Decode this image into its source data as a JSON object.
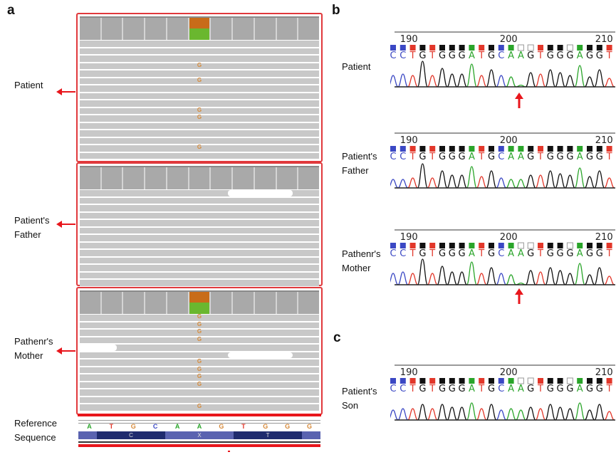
{
  "panel_letters": {
    "a": "a",
    "b": "b",
    "c": "c"
  },
  "igv": {
    "samples": [
      {
        "label_lines": [
          "Patient"
        ],
        "has_variant": true,
        "read_rows": 16,
        "g_rows": [
          3,
          5,
          9,
          10,
          14
        ],
        "gaps": []
      },
      {
        "label_lines": [
          "Patient's",
          "Father"
        ],
        "has_variant": false,
        "read_rows": 13,
        "g_rows": [],
        "gaps": [
          {
            "row": 0,
            "from_col": 6.8,
            "to_col": 9.8
          }
        ]
      },
      {
        "label_lines": [
          "Pathenr's",
          "Mother"
        ],
        "has_variant": true,
        "read_rows": 13,
        "g_rows": [
          0,
          1,
          2,
          3,
          6,
          7,
          8,
          9,
          12
        ],
        "gaps": [
          {
            "row": 4,
            "from_col": -0.1,
            "to_col": 1.7
          },
          {
            "row": 5,
            "from_col": 6.8,
            "to_col": 9.8
          }
        ]
      }
    ],
    "variant_column": 5,
    "columns": 11,
    "read_variant_base": "G",
    "reference": {
      "label_lines": [
        "Reference",
        "Sequence"
      ],
      "bases": [
        "A",
        "T",
        "G",
        "C",
        "A",
        "A",
        "G",
        "T",
        "G",
        "G",
        "G"
      ],
      "amino_acids": [
        "C",
        "X",
        "T"
      ]
    }
  },
  "base_colors": {
    "A": "#2aa52a",
    "C": "#3b48c4",
    "G": "#111111",
    "T": "#e2372a"
  },
  "chromatograms": [
    {
      "label_lines": [
        "Patient"
      ],
      "ticks": [
        "190",
        "200",
        "210"
      ],
      "sequence": [
        "C",
        "C",
        "T",
        "G",
        "T",
        "G",
        "G",
        "G",
        "A",
        "T",
        "G",
        "C",
        "A",
        "A",
        "G",
        "T",
        "G",
        "G",
        "G",
        "A",
        "G",
        "G",
        "T"
      ],
      "peaks": [
        0.4,
        0.45,
        0.4,
        0.9,
        0.4,
        0.65,
        0.45,
        0.45,
        0.8,
        0.4,
        0.6,
        0.4,
        0.35,
        0.06,
        0.5,
        0.45,
        0.6,
        0.5,
        0.4,
        0.75,
        0.35,
        0.6,
        0.3
      ],
      "arrow": true
    },
    {
      "label_lines": [
        "Patient's",
        "Father"
      ],
      "ticks": [
        "190",
        "200",
        "210"
      ],
      "sequence": [
        "C",
        "C",
        "T",
        "G",
        "T",
        "G",
        "G",
        "G",
        "A",
        "T",
        "G",
        "C",
        "A",
        "A",
        "G",
        "T",
        "G",
        "G",
        "G",
        "A",
        "G",
        "G",
        "T"
      ],
      "peaks": [
        0.3,
        0.3,
        0.35,
        0.85,
        0.35,
        0.6,
        0.45,
        0.45,
        0.75,
        0.4,
        0.6,
        0.35,
        0.3,
        0.3,
        0.45,
        0.45,
        0.6,
        0.5,
        0.45,
        0.7,
        0.4,
        0.6,
        0.35
      ],
      "arrow": false
    },
    {
      "label_lines": [
        "Pathenr's",
        "Mother"
      ],
      "ticks": [
        "190",
        "200",
        "210"
      ],
      "sequence": [
        "C",
        "C",
        "T",
        "G",
        "T",
        "G",
        "G",
        "G",
        "A",
        "T",
        "G",
        "C",
        "A",
        "A",
        "G",
        "T",
        "G",
        "G",
        "G",
        "A",
        "G",
        "G",
        "T"
      ],
      "peaks": [
        0.4,
        0.45,
        0.4,
        0.9,
        0.4,
        0.65,
        0.45,
        0.45,
        0.8,
        0.4,
        0.6,
        0.4,
        0.35,
        0.06,
        0.5,
        0.45,
        0.6,
        0.5,
        0.4,
        0.75,
        0.35,
        0.6,
        0.3
      ],
      "arrow": true
    },
    {
      "label_lines": [
        "Patient's",
        "Son"
      ],
      "ticks": [
        "190",
        "200",
        "210"
      ],
      "sequence": [
        "C",
        "C",
        "T",
        "G",
        "T",
        "G",
        "G",
        "G",
        "A",
        "T",
        "G",
        "C",
        "A",
        "A",
        "G",
        "T",
        "G",
        "G",
        "G",
        "A",
        "G",
        "G",
        "T"
      ],
      "peaks": [
        0.35,
        0.4,
        0.4,
        0.55,
        0.4,
        0.55,
        0.45,
        0.45,
        0.6,
        0.4,
        0.55,
        0.35,
        0.4,
        0.35,
        0.45,
        0.4,
        0.55,
        0.45,
        0.4,
        0.6,
        0.35,
        0.55,
        0.3
      ],
      "arrow": false
    }
  ]
}
